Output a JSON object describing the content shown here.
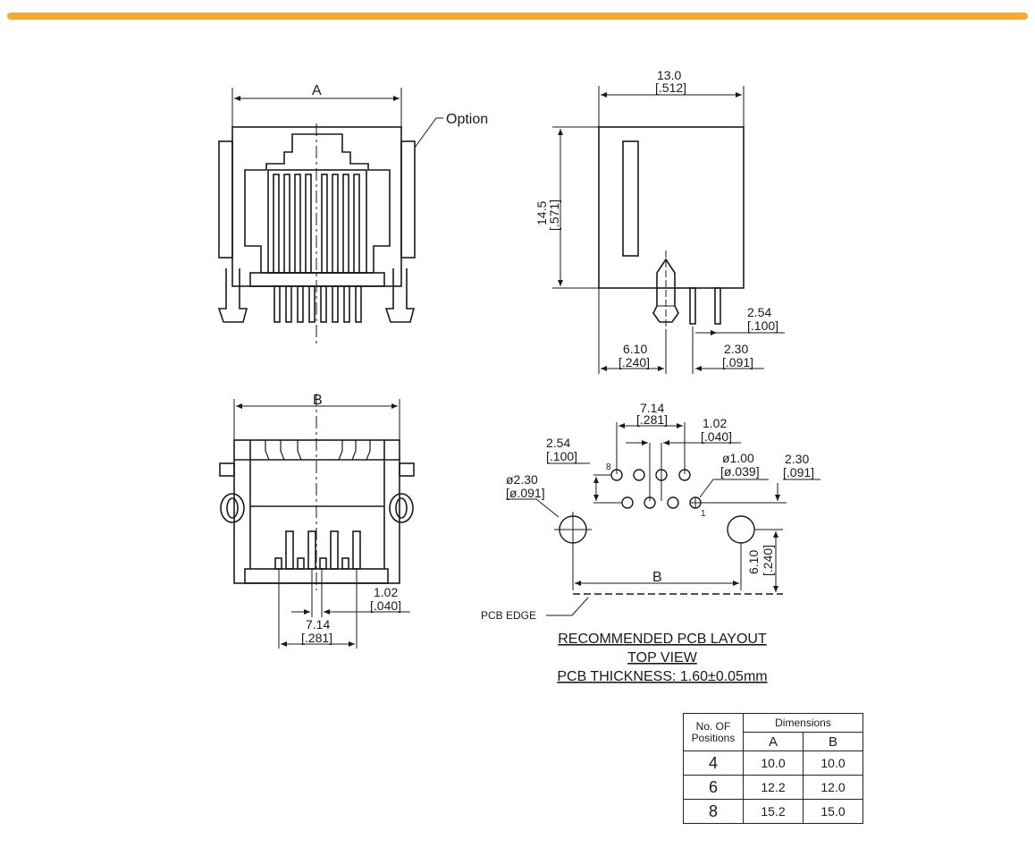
{
  "colors": {
    "accent_bar": "#f7a92c",
    "line": "#1a1a1a"
  },
  "front_view": {
    "width_label": "A",
    "option_label": "Option"
  },
  "side_view": {
    "top_width": "13.0",
    "top_width_in": "[.512]",
    "height": "14.5",
    "height_in": "[.571]",
    "pitch": "2.54",
    "pitch_in": "[.100]",
    "offset": "6.10",
    "offset_in": "[.240]",
    "row_gap": "2.30",
    "row_gap_in": "[.091]"
  },
  "bottom_view": {
    "width_label": "B",
    "gap": "1.02",
    "gap_in": "[.040]",
    "span": "7.14",
    "span_in": "[.281]"
  },
  "pcb_layout": {
    "span": "7.14",
    "span_in": "[.281]",
    "gap": "1.02",
    "gap_in": "[.040]",
    "pitch": "2.54",
    "pitch_in": "[.100]",
    "hole_small": "ø1.00",
    "hole_small_in": "[ø.039]",
    "row_gap": "2.30",
    "row_gap_in": "[.091]",
    "hole_large": "ø2.30",
    "hole_large_in": "[ø.091]",
    "offset": "6.10",
    "offset_in": "[.240]",
    "width_label": "B",
    "pin_first": "1",
    "pin_last": "8",
    "edge_label": "PCB EDGE",
    "caption_1": "RECOMMENDED  PCB  LAYOUT",
    "caption_2": "TOP  VIEW",
    "caption_3": "PCB THICKNESS: 1.60±0.05mm"
  },
  "table": {
    "header_positions": [
      "No. OF",
      "Positions"
    ],
    "header_dimensions": "Dimensions",
    "col_a": "A",
    "col_b": "B",
    "rows": [
      {
        "positions": "4",
        "a": "10.0",
        "b": "10.0"
      },
      {
        "positions": "6",
        "a": "12.2",
        "b": "12.0"
      },
      {
        "positions": "8",
        "a": "15.2",
        "b": "15.0"
      }
    ]
  }
}
